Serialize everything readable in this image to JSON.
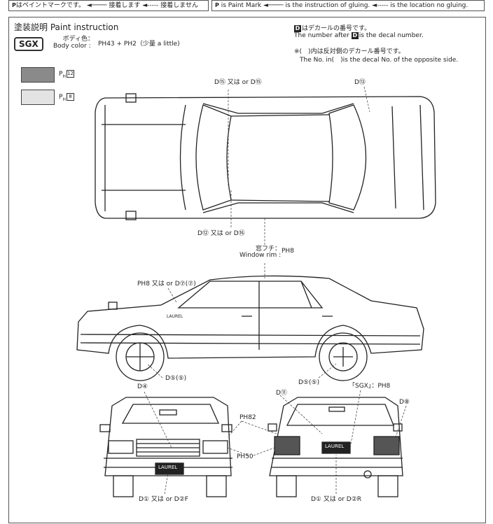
{
  "legend": {
    "left": {
      "mark": "P",
      "text": "はペイントマークです。",
      "glue": "接着します",
      "noglue": "接着しません"
    },
    "right": {
      "mark": "P",
      "text": "is Paint Mark",
      "glue": "is the instruction of gluing.",
      "noglue": "is the location no gluing."
    }
  },
  "header": {
    "title": "塗装説明 Paint instruction",
    "badge": "SGX",
    "body_color_jp": "ボディ色：",
    "body_color_en": "Body color :",
    "mix": "PH43 + PH2（少量 a little)",
    "decal_jp": "はデカールの番号です。",
    "decal_en": "The number after",
    "decal_en2": "is the decal number.",
    "note_jp": "※(　)内は反対側のデカール番号です。",
    "note_en": "The No. in(　)is the decal No. of the opposite side."
  },
  "swatches": [
    {
      "code": "12",
      "color": "#8a8a8a"
    },
    {
      "code": "8",
      "color": "#e3e3e3"
    }
  ],
  "callouts": {
    "top_decal": "D⑮ 又は or D⑮",
    "top_decal_right": "D⑬",
    "bottom_decal": "D⑫ 又は or D⑯",
    "window_rim_jp": "窓フチ：",
    "window_rim_en": "Window rim :",
    "window_rim_code": "PH8",
    "side_ph": "PH8 又は or D⑦(⑦)",
    "wheel_left": "D⑤(⑤)",
    "wheel_right": "D⑤(⑤)",
    "front_d": "D④",
    "rear_d": "D⑪",
    "sgx_label": "「SGX」：PH8",
    "rear_right": "D⑧",
    "ph_a": "PH82",
    "ph_b": "PH50",
    "front_bottom": "D① 又は or D②F",
    "rear_bottom": "D① 又は or D②R",
    "front_plate": "LAUREL",
    "rear_plate": "LAUREL",
    "side_badge": "LAUREL"
  }
}
